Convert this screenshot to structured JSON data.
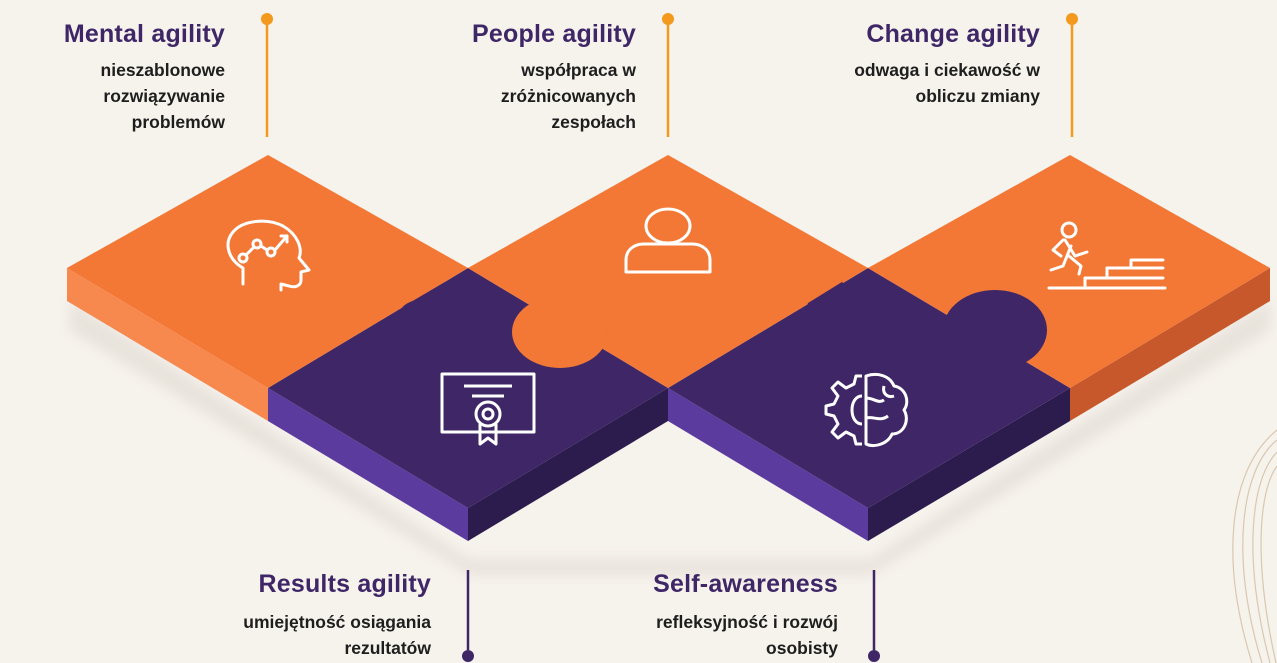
{
  "agilities": {
    "mental": {
      "title": "Mental agility",
      "desc": [
        "nieszablonowe",
        "rozwiązywanie",
        "problemów"
      ]
    },
    "people": {
      "title": "People agility",
      "desc": [
        "współpraca w",
        "zróżnicowanych",
        "zespołach"
      ]
    },
    "change": {
      "title": "Change agility",
      "desc": [
        "odwaga i ciekawość w",
        "obliczu zmiany"
      ]
    },
    "results": {
      "title": "Results agility",
      "desc": [
        "umiejętność osiągania",
        "rezultatów"
      ]
    },
    "self": {
      "title": "Self-awareness",
      "desc": [
        "refleksyjność i rozwój",
        "osobisty"
      ]
    }
  },
  "icons": {
    "mental": "brain-growth-head-icon",
    "people": "person-icon",
    "change": "person-climbing-stairs-icon",
    "results": "certificate-icon",
    "self": "gear-brain-icon"
  },
  "colors": {
    "background": "#f6f2ec",
    "orange": "#f37735",
    "orange_side": "#f7894f",
    "orange_shade": "#c6582b",
    "purple": "#3f2767",
    "purple_side": "#5b3b9e",
    "accent_orange": "#f39a1e",
    "icon_stroke": "#ffffff",
    "title_text": "#3f2767",
    "desc_text": "#1e1e1e"
  }
}
